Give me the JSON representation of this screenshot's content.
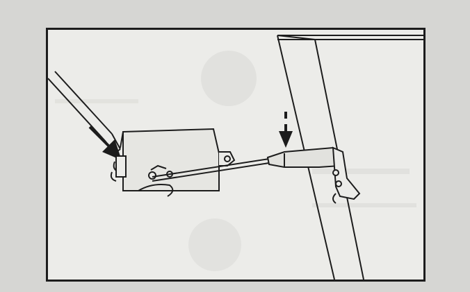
{
  "figure": {
    "description_ids": [
      "screwdriver-icon",
      "latch-body",
      "linkage-rod",
      "door-edge",
      "arrow-down-icon"
    ],
    "colors": {
      "paper": "#ecece9",
      "background": "#d6d6d3",
      "ink": "#1c1c1c",
      "shade": "#bdbdb9"
    }
  }
}
